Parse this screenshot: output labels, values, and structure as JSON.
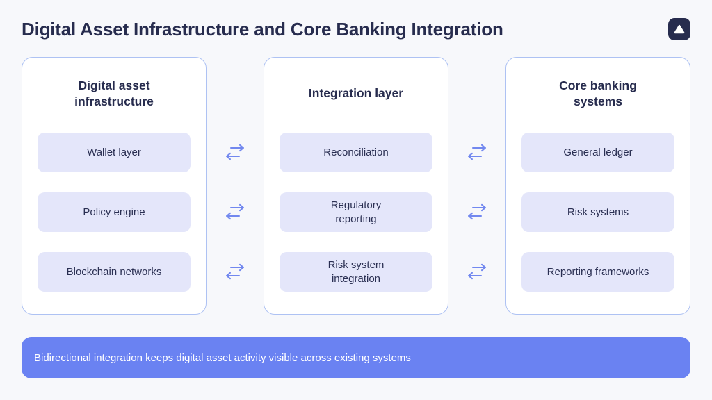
{
  "theme": {
    "navy": "#272C4E",
    "card-border": "#AEC2F3",
    "box-bg": "#E4E6FA",
    "arrow": "#7288EF",
    "banner-bg": "#6A82F2",
    "page-bg": "#F7F8FB"
  },
  "header": {
    "title": "Digital Asset Infrastructure and Core Banking Integration",
    "logo_icon": "triangle-up-icon"
  },
  "columns": [
    {
      "title": "Digital asset infrastructure",
      "items": [
        "Wallet layer",
        "Policy engine",
        "Blockchain networks"
      ]
    },
    {
      "title": "Integration layer",
      "items": [
        "Reconciliation",
        "Regulatory reporting",
        "Risk system integration"
      ]
    },
    {
      "title": "Core banking systems",
      "items": [
        "General ledger",
        "Risk systems",
        "Reporting frameworks"
      ]
    }
  ],
  "connectors": {
    "type": "bidirectional-arrows",
    "pairs_per_gap": 3,
    "color": "#7288EF"
  },
  "footer": {
    "text": "Bidirectional integration keeps digital asset activity visible across existing systems"
  }
}
